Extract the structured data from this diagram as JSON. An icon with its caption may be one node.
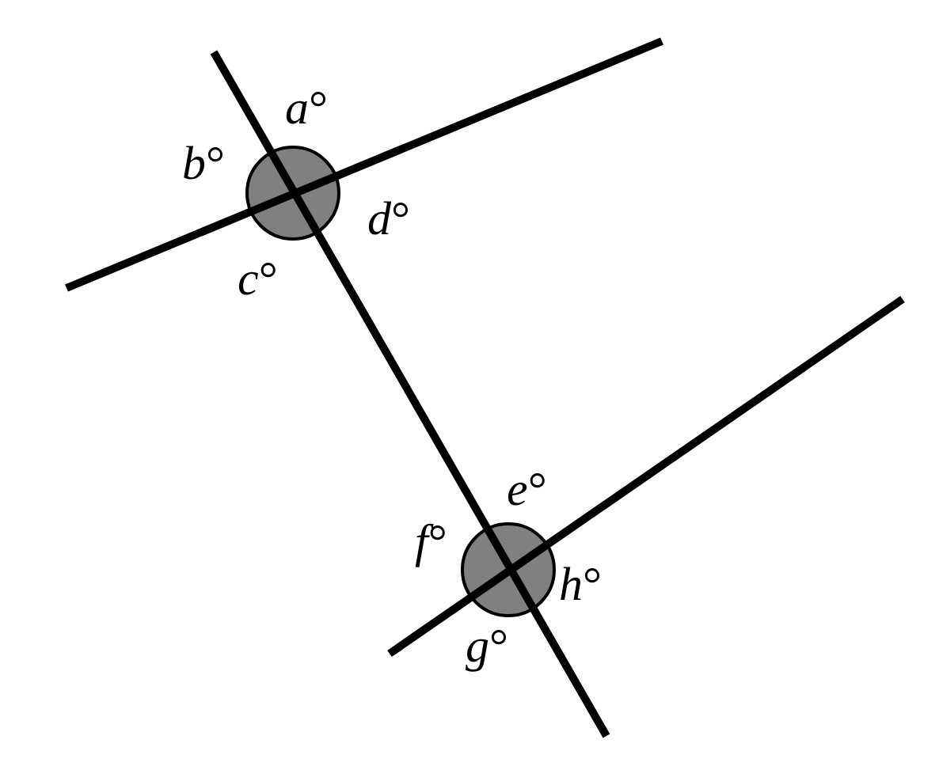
{
  "diagram": {
    "labels": [
      "*a*°",
      "*b*°",
      "*c*°",
      "*d*°",
      "*e*°",
      "*f*°",
      "*g*°",
      "*h*°"
    ]
  }
}
